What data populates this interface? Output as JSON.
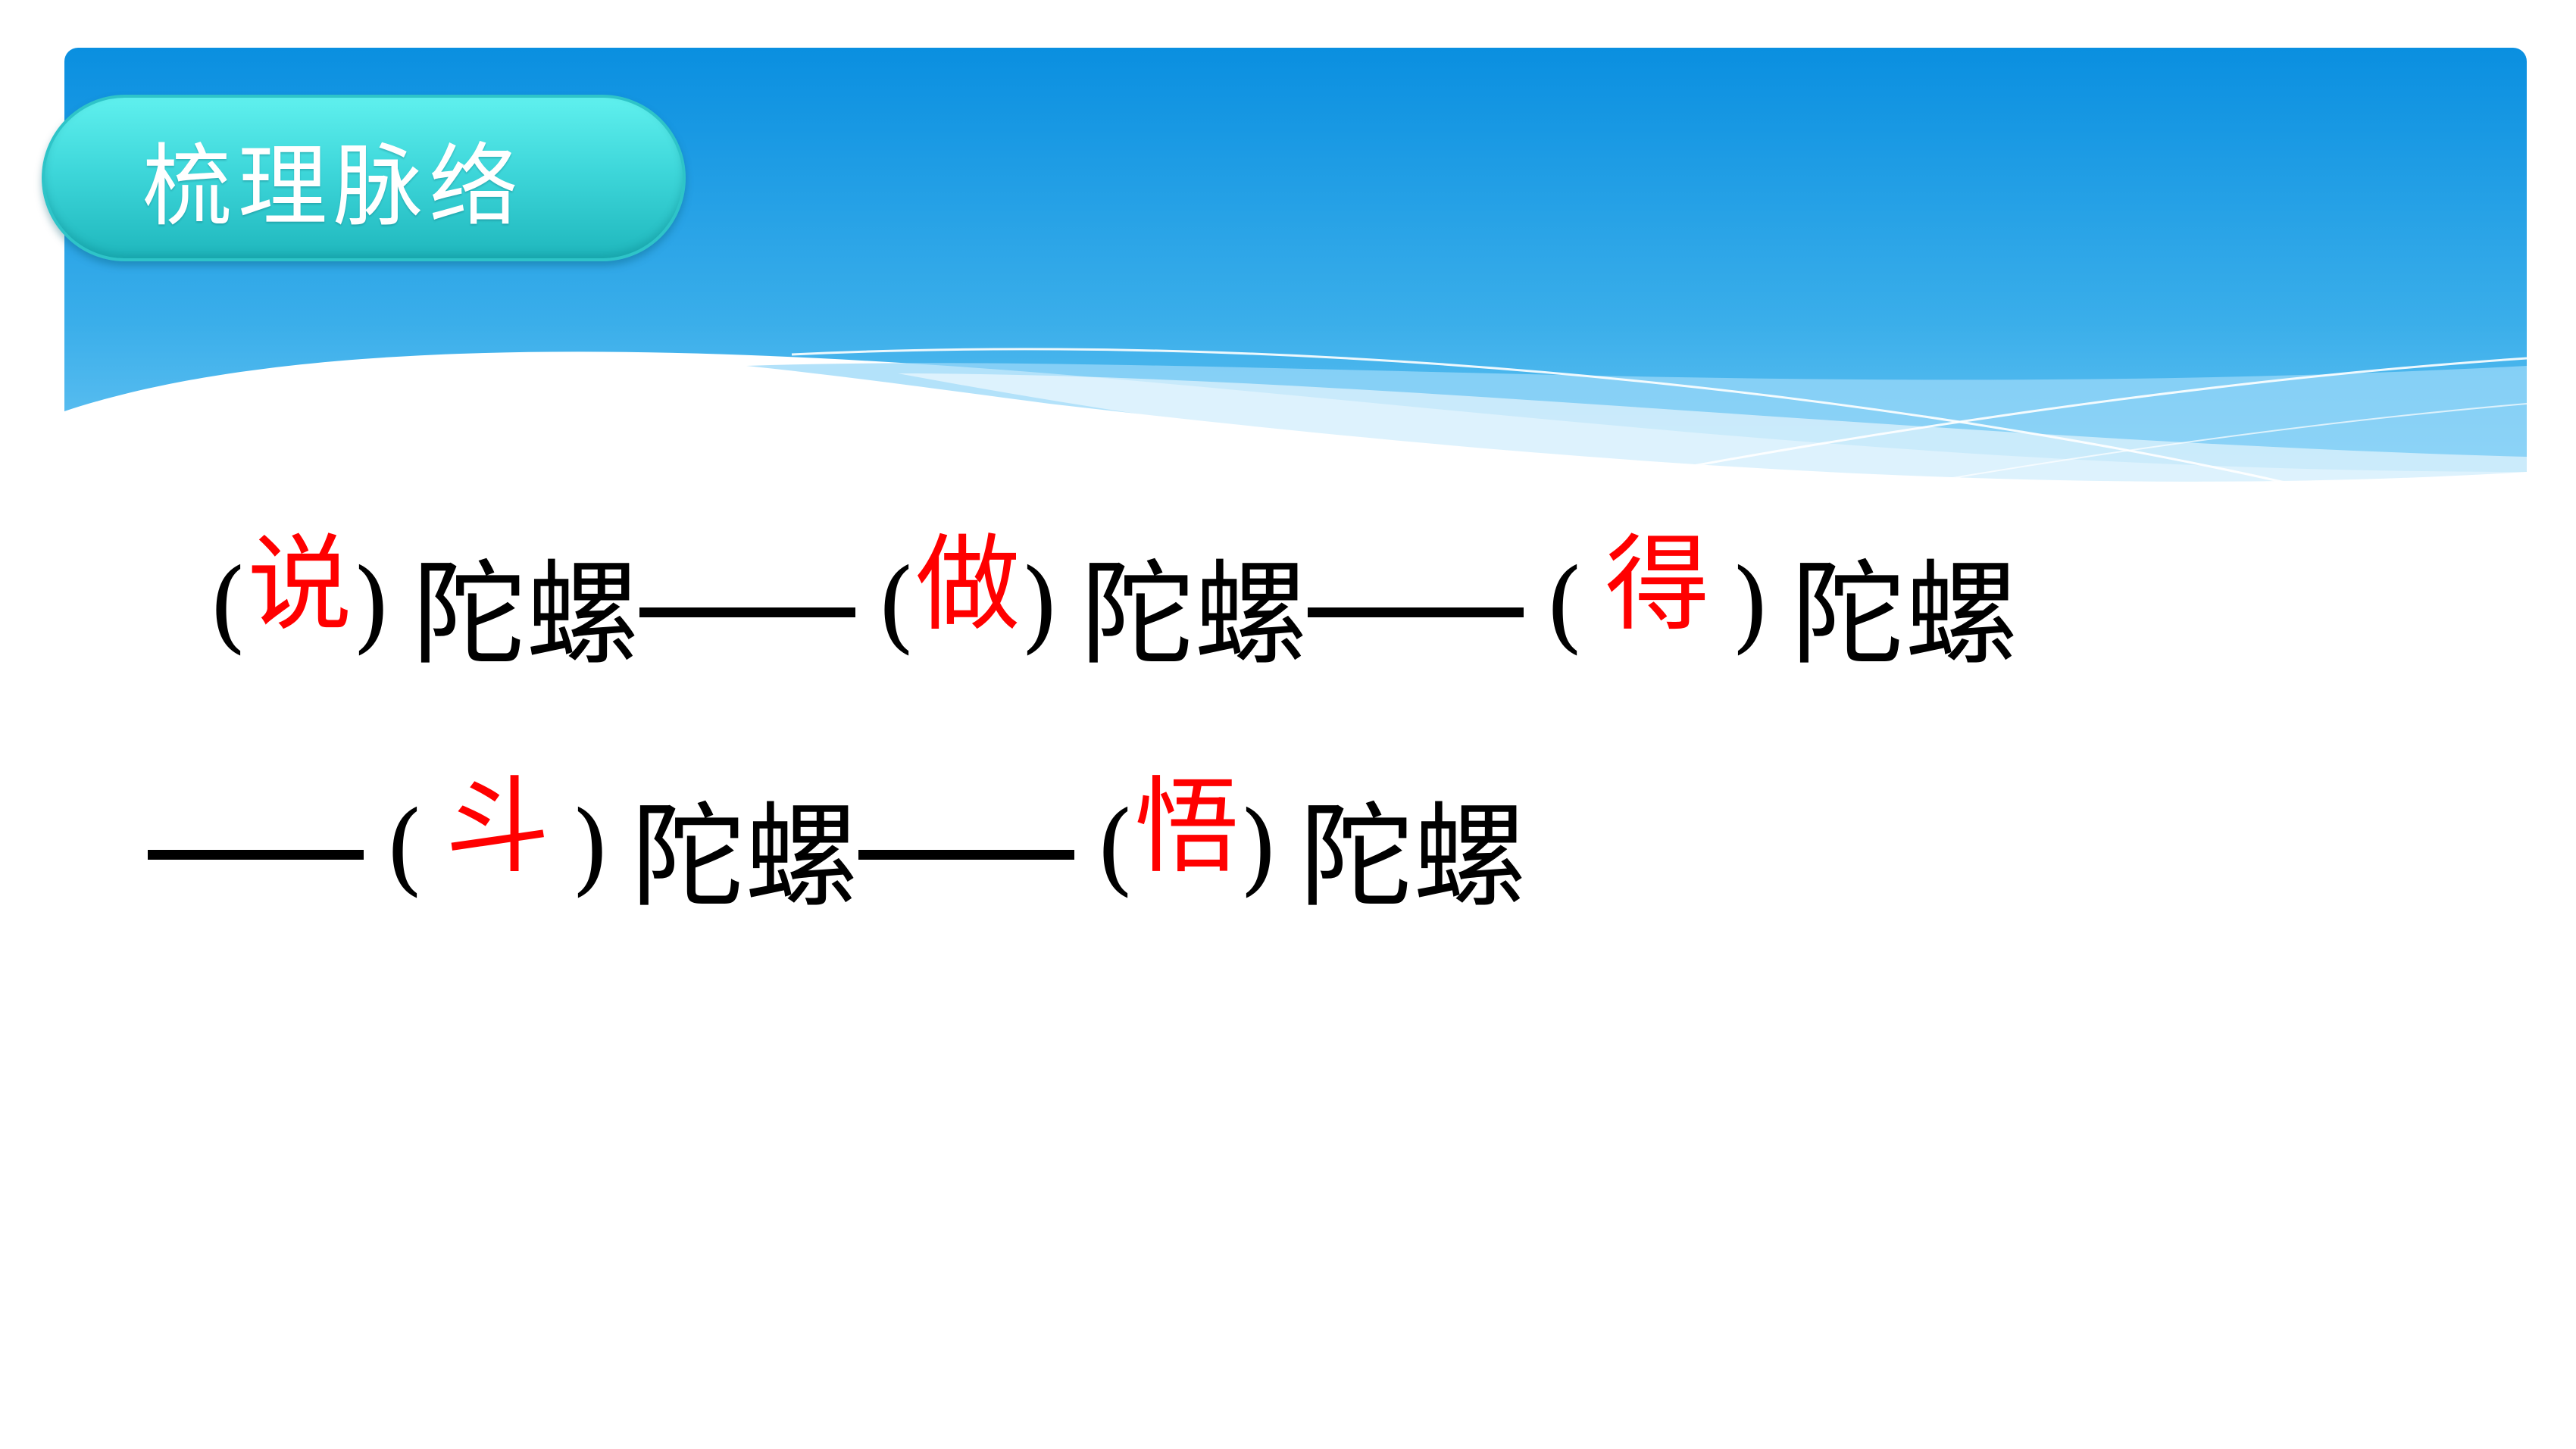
{
  "slide": {
    "title": "梳理脉络",
    "colors": {
      "band_top": "#0a8fe0",
      "band_bottom": "#4fc0f2",
      "pill": "#3ed7da",
      "answer": "#ff0000",
      "text": "#000000"
    },
    "line1": [
      {
        "open": "(",
        "answer": "说",
        "close": ")",
        "word": "陀螺"
      },
      {
        "open": "(",
        "answer": "做",
        "close": ")",
        "word": "陀螺"
      },
      {
        "open": "(",
        "answer": "得",
        "close": ")",
        "word": "陀螺"
      }
    ],
    "line2": [
      {
        "open": "(",
        "answer": "斗",
        "close": ")",
        "word": "陀螺"
      },
      {
        "open": "(",
        "answer": "悟",
        "close": ")",
        "word": "陀螺"
      }
    ]
  }
}
